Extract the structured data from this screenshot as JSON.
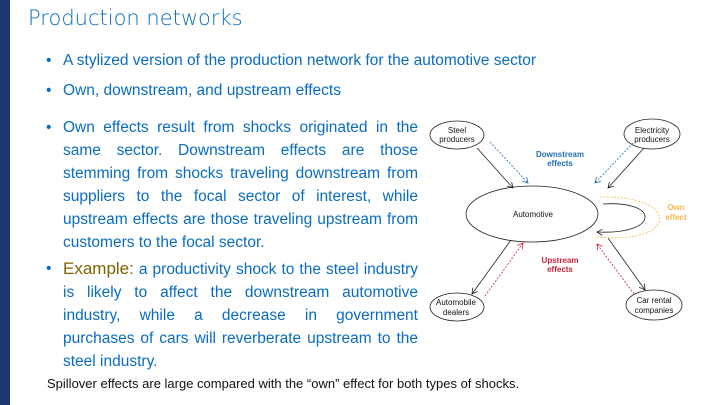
{
  "title": "Production networks",
  "bullets": [
    "A stylized version of the production network for the automotive sector",
    "Own, downstream, and upstream effects",
    "Own effects result from shocks originated in the same sector. Downstream effects are those stemming from shocks traveling downstream from suppliers to the focal sector of interest, while upstream effects are those traveling upstream from customers to the focal sector."
  ],
  "example": {
    "label": "Example:",
    "text": " a productivity shock to the steel industry is likely to affect the downstream automotive industry, while a decrease in government purchases of cars will reverberate upstream to the steel industry."
  },
  "footer": "Spillover effects are large compared with the “own” effect for both types of shocks.",
  "diagram": {
    "steel": [
      "Steel",
      "producers"
    ],
    "electricity": [
      "Electricity",
      "producers"
    ],
    "automotive": "Automotive",
    "dealers": [
      "Automobile",
      "dealers"
    ],
    "rental": [
      "Car rental",
      "companies"
    ],
    "downstream": [
      "Downstream",
      "effects"
    ],
    "upstream": [
      "Upstream",
      "effects"
    ],
    "own": [
      "Own",
      "effect"
    ]
  },
  "colors": {
    "text": "#0a6cc0",
    "example": "#7f6000",
    "downstream": "#1f6fb5",
    "upstream": "#c8243c",
    "own": "#f2b84b",
    "bar": "#1b3870"
  }
}
